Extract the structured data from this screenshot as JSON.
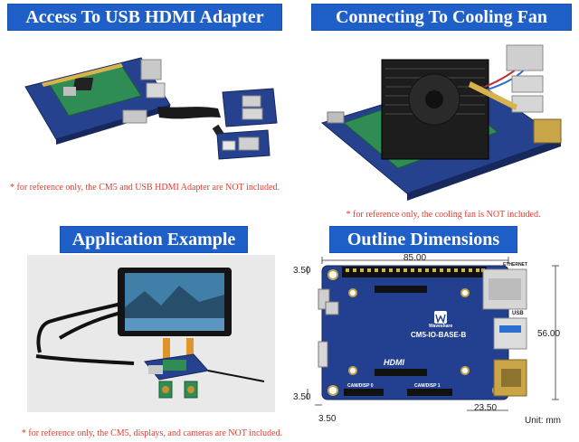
{
  "panels": [
    {
      "title": "Access To USB HDMI Adapter",
      "note": "* for reference only, the CM5 and USB HDMI Adapter are NOT included."
    },
    {
      "title": "Connecting To Cooling Fan",
      "note": "* for reference only, the cooling fan is NOT included."
    },
    {
      "title": "Application Example",
      "note": "* for reference only, the CM5, displays, and cameras are NOT included."
    },
    {
      "title": "Outline Dimensions",
      "note": ""
    }
  ],
  "dimensions": {
    "width": "85.00",
    "height": "56.00",
    "top_offset": "3.50",
    "bottom_offset": "3.50",
    "left_offset": "3.50",
    "hdmi_offset": "23.50",
    "unit": "Unit: mm"
  },
  "board_labels": {
    "model": "CM5-IO-BASE-B",
    "hdmi": "HDMI",
    "usb": "USB",
    "ethernet": "ETHERNET",
    "cam0": "CAM/DISP 0",
    "cam1": "CAM/DISP 1",
    "brand": "Waveshare"
  },
  "colors": {
    "banner": "#1f5fc8",
    "note": "#e23b2f",
    "pcb_blue": "#233f8f"
  }
}
